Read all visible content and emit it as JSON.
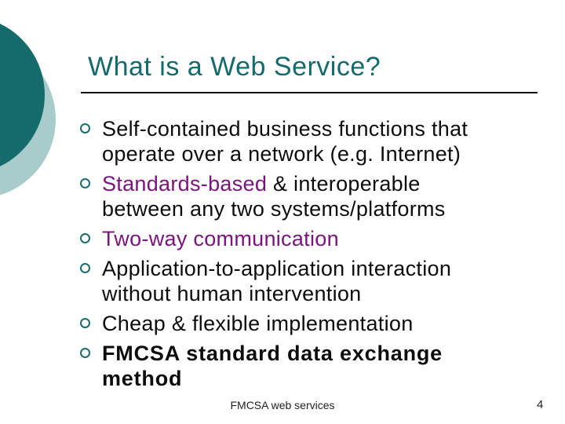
{
  "slide": {
    "title": "What is a Web Service?",
    "bullets": [
      {
        "segments": [
          {
            "text": "Self-contained business functions that",
            "style": "plain"
          },
          {
            "text": "operate over a network (e.g. Internet)",
            "style": "plain",
            "newline": true
          }
        ]
      },
      {
        "segments": [
          {
            "text": "Standards-based",
            "style": "accent"
          },
          {
            "text": " & interoperable",
            "style": "plain"
          },
          {
            "text": "between any two systems/platforms",
            "style": "plain",
            "newline": true
          }
        ]
      },
      {
        "segments": [
          {
            "text": "Two-way communication",
            "style": "accent"
          }
        ]
      },
      {
        "segments": [
          {
            "text": "Application-to-application interaction",
            "style": "plain"
          },
          {
            "text": "without human intervention",
            "style": "plain",
            "newline": true
          }
        ]
      },
      {
        "segments": [
          {
            "text": "Cheap & flexible implementation",
            "style": "plain"
          }
        ]
      },
      {
        "segments": [
          {
            "text": "FMCSA standard data exchange",
            "style": "bold"
          },
          {
            "text": "method",
            "style": "bold",
            "newline": true
          }
        ]
      }
    ],
    "footer": {
      "text": "FMCSA web services",
      "page_number": "4"
    },
    "colors": {
      "title_color": "#156a6b",
      "accent_color": "#7c1380",
      "body_color": "#0d0d0d",
      "ring_color": "#1d6b6b",
      "circle_dark": "#156a6b",
      "circle_light": "#a8cccb",
      "divider_color": "#0a0a0a",
      "footer_color": "#222222"
    }
  }
}
